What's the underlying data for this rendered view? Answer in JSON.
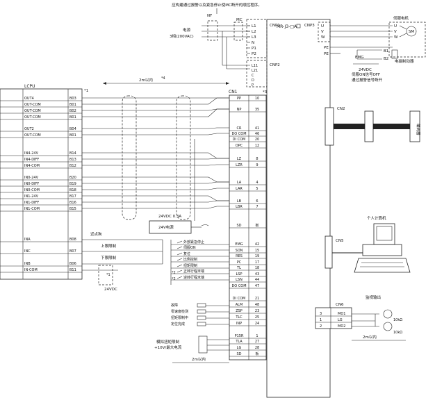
{
  "top_note": "应构建通过报警以及紧急停止使MC断开的顺控程序。",
  "servo_motor_label": "伺服电机",
  "power": {
    "label": "电源",
    "spec": "3相(200VAC)",
    "nf": "NF",
    "mc": "MC"
  },
  "cnp1": {
    "name": "CNP1",
    "pins": [
      "L1",
      "L2",
      "L3",
      "N",
      "P1",
      "P2"
    ]
  },
  "cnp2": {
    "name": "CNP2",
    "pins": [
      "L11",
      "L21",
      "C",
      "D",
      "P"
    ]
  },
  "cnp3": {
    "name": "CNP3",
    "pins": [
      "U",
      "V",
      "W"
    ]
  },
  "model": "MR-J3-□A",
  "motor": {
    "pins": [
      "U",
      "V",
      "W"
    ],
    "symbol": "SM",
    "pe": [
      "PE",
      "PE"
    ],
    "b_pins": [
      "B1",
      "B2"
    ]
  },
  "brake": {
    "emg": "EMG",
    "voltage": "24VDC",
    "note1": "伺服ON信号OFF",
    "note2": "通过报警信号断开",
    "label": "电磁制动器"
  },
  "cable_length_top": "2m以内",
  "marks": {
    "m1": "*1",
    "m3": "*3",
    "m4": "*4",
    "m2a": "*2",
    "m2b": "*2"
  },
  "lcpu": {
    "title": "LCPU",
    "rows": [
      {
        "sig": "OUT4",
        "pin": "B03"
      },
      {
        "sig": "OUT-COM",
        "pin": "B01"
      },
      {
        "sig": "OUT-COM",
        "pin": "B02"
      },
      {
        "sig": "OUT-COM",
        "pin": "B01"
      },
      {
        "sig": "OUT2",
        "pin": "B04"
      },
      {
        "sig": "OUT-COM",
        "pin": "B01"
      },
      {
        "sig": "IN4-24V",
        "pin": "B14"
      },
      {
        "sig": "IN4-DIFF",
        "pin": "B13"
      },
      {
        "sig": "IN4-COM",
        "pin": "B12"
      },
      {
        "sig": "IN0-24V",
        "pin": "B20"
      },
      {
        "sig": "IN0-DIFF",
        "pin": "B19"
      },
      {
        "sig": "IN0-COM",
        "pin": "B18"
      },
      {
        "sig": "IN1-24V",
        "pin": "B17"
      },
      {
        "sig": "IN1-DIFF",
        "pin": "B16"
      },
      {
        "sig": "IN1-COM",
        "pin": "B15"
      },
      {
        "sig": "INA",
        "pin": "B08"
      },
      {
        "sig": "INC",
        "pin": "B07"
      },
      {
        "sig": "INB",
        "pin": "B06"
      },
      {
        "sig": "IN-COM",
        "pin": "B11"
      }
    ]
  },
  "cn1": {
    "title": "CN1",
    "rows": [
      {
        "sig": "PP",
        "pin": "10"
      },
      {
        "sig": "NP",
        "pin": "35"
      },
      {
        "sig": "CR",
        "pin": "41"
      },
      {
        "sig": "DO COM",
        "pin": "46"
      },
      {
        "sig": "DI COM",
        "pin": "20"
      },
      {
        "sig": "OPC",
        "pin": "12"
      },
      {
        "sig": "LZ",
        "pin": "8"
      },
      {
        "sig": "LZR",
        "pin": "9"
      },
      {
        "sig": "LA",
        "pin": "4"
      },
      {
        "sig": "LAR",
        "pin": "5"
      },
      {
        "sig": "LB",
        "pin": "6"
      },
      {
        "sig": "LBR",
        "pin": "7"
      },
      {
        "sig": "SD",
        "pin": "板"
      },
      {
        "sig": "EMG",
        "pin": "42"
      },
      {
        "sig": "SON",
        "pin": "15"
      },
      {
        "sig": "RES",
        "pin": "19"
      },
      {
        "sig": "PC",
        "pin": "17"
      },
      {
        "sig": "TL",
        "pin": "18"
      },
      {
        "sig": "LSP",
        "pin": "43"
      },
      {
        "sig": "LSN",
        "pin": "44"
      },
      {
        "sig": "DO COM",
        "pin": "47"
      },
      {
        "sig": "DI COM",
        "pin": "21"
      },
      {
        "sig": "ALM",
        "pin": "48"
      },
      {
        "sig": "ZSP",
        "pin": "23"
      },
      {
        "sig": "TLC",
        "pin": "25"
      },
      {
        "sig": "INP",
        "pin": "24"
      },
      {
        "sig": "P15R",
        "pin": "1"
      },
      {
        "sig": "TLA",
        "pin": "27"
      },
      {
        "sig": "LG",
        "pin": "28"
      },
      {
        "sig": "SD",
        "pin": "板"
      }
    ]
  },
  "supply_24v": "24VDC 0.3A",
  "relay_label": "24V电源",
  "switch_labels": [
    "近点狗",
    "上限限制",
    "下限限制"
  ],
  "com_supply": "24VDC",
  "input_labels": [
    "外部紧急停止",
    "伺服ON",
    "复位",
    "比例控制",
    "扭矩限制",
    "正转行程末端",
    "逆转行程末端"
  ],
  "output_labels": [
    "故障",
    "零速度检测",
    "扭矩限制中",
    "定位完成"
  ],
  "analog_label": "模拟扭矩限制",
  "analog_range": "+10V/最大电流",
  "cable_length_bottom": "2m以内",
  "cn2": "CN2",
  "encoder": "编码器",
  "cn5": "CN5",
  "pc": "个人计算机",
  "monitor": {
    "title": "监视输出",
    "cn": "CN6",
    "rows": [
      {
        "num": "3",
        "sig": "MO1"
      },
      {
        "num": "1",
        "sig": "LG"
      },
      {
        "num": "2",
        "sig": "MO2"
      }
    ],
    "meter": "10kΩ",
    "length": "2m以内"
  }
}
